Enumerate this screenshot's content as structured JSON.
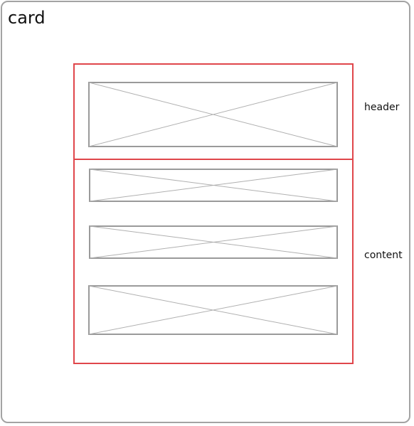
{
  "card": {
    "title": "card"
  },
  "sections": {
    "header_label": "header",
    "content_label": "content"
  },
  "colors": {
    "card_border": "#a3a3a3",
    "section_border": "#e0464b",
    "placeholder_border": "#9a9a9a",
    "placeholder_cross": "#b0b0b0",
    "text": "#111111"
  },
  "icons": {
    "placeholder": "image-placeholder-icon"
  }
}
